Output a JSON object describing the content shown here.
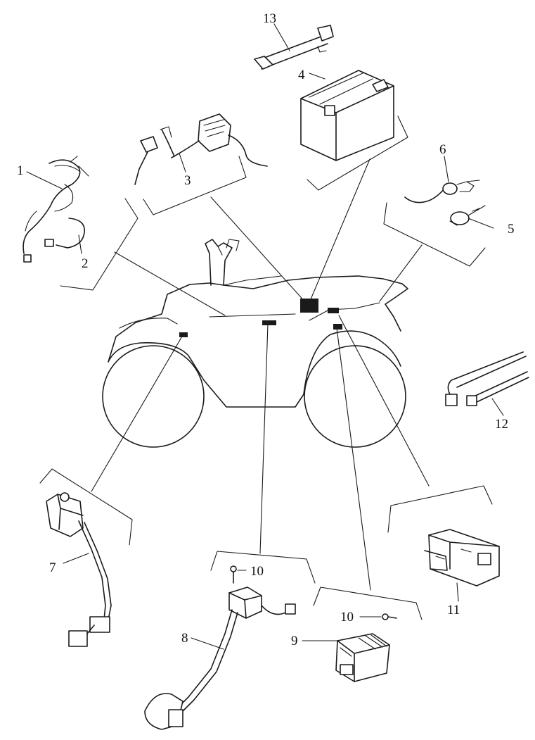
{
  "callouts": {
    "c1": "1",
    "c2": "2",
    "c3": "3",
    "c4": "4",
    "c5": "5",
    "c6": "6",
    "c7": "7",
    "c8": "8",
    "c9": "9",
    "c10a": "10",
    "c10b": "10",
    "c11": "11",
    "c12": "12",
    "c13": "13"
  }
}
